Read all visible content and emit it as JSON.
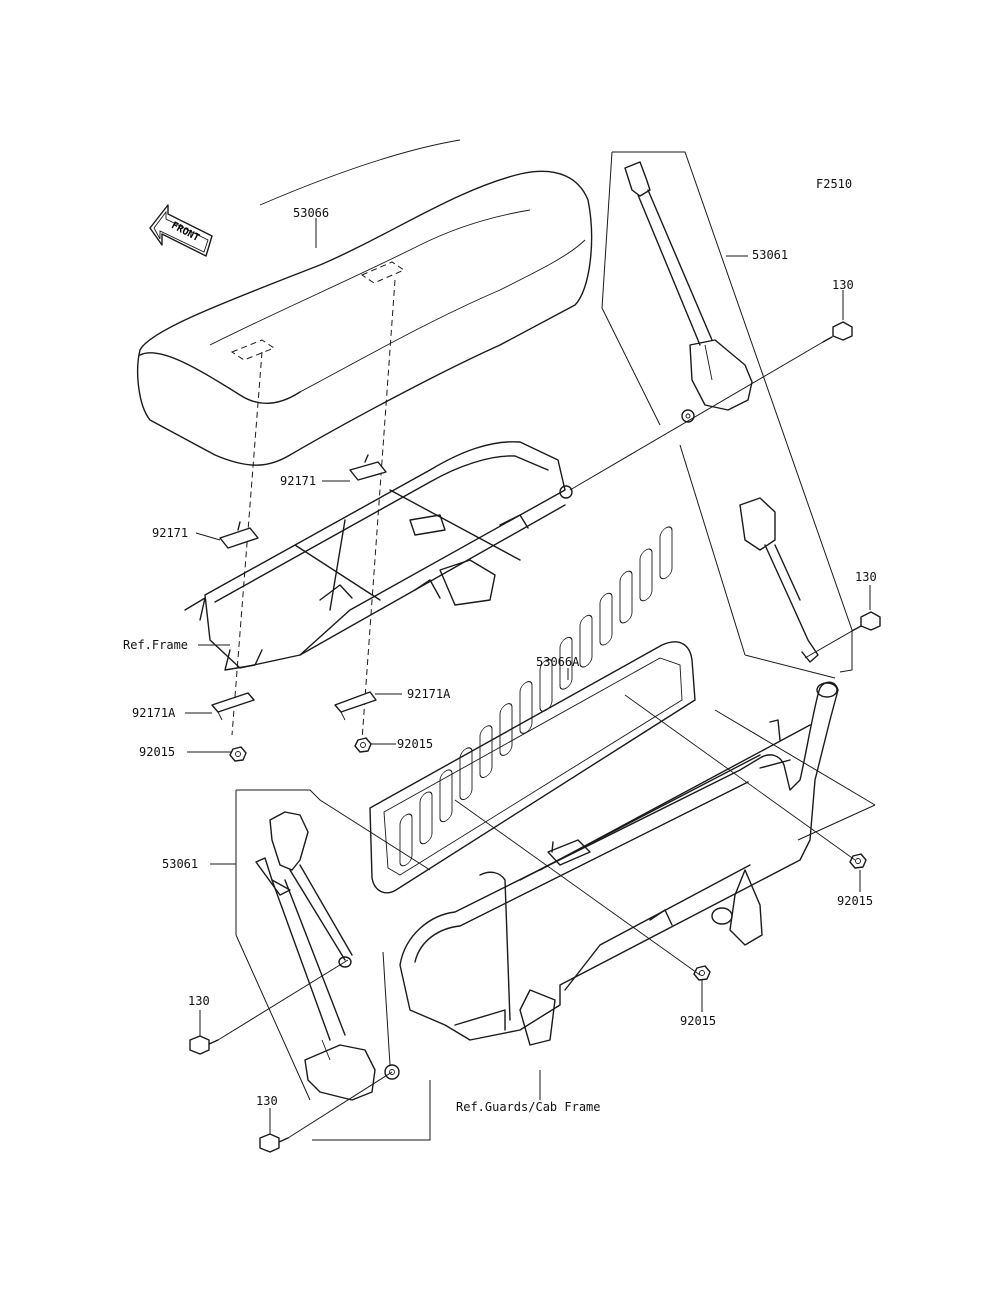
{
  "figure_code": "F2510",
  "front_arrow": {
    "text": "FRONT",
    "icon": "front-direction-arrow-icon"
  },
  "callouts": {
    "seat_cushion": "53066",
    "seat_back": "53066A",
    "seat_belt_right": "53061",
    "seat_belt_left": "53061",
    "bracket_upper_center": "92171",
    "bracket_upper_left": "92171",
    "bracket_lower_left": "92171A",
    "bracket_lower_center": "92171A",
    "nut_left": "92015",
    "nut_center": "92015",
    "nut_right": "92015",
    "nut_lower": "92015",
    "bolt_upper_right": "130",
    "bolt_mid_right": "130",
    "bolt_left": "130",
    "bolt_bottom_left": "130",
    "ref_frame": "Ref.Frame",
    "ref_guards": "Ref.Guards/Cab Frame"
  }
}
